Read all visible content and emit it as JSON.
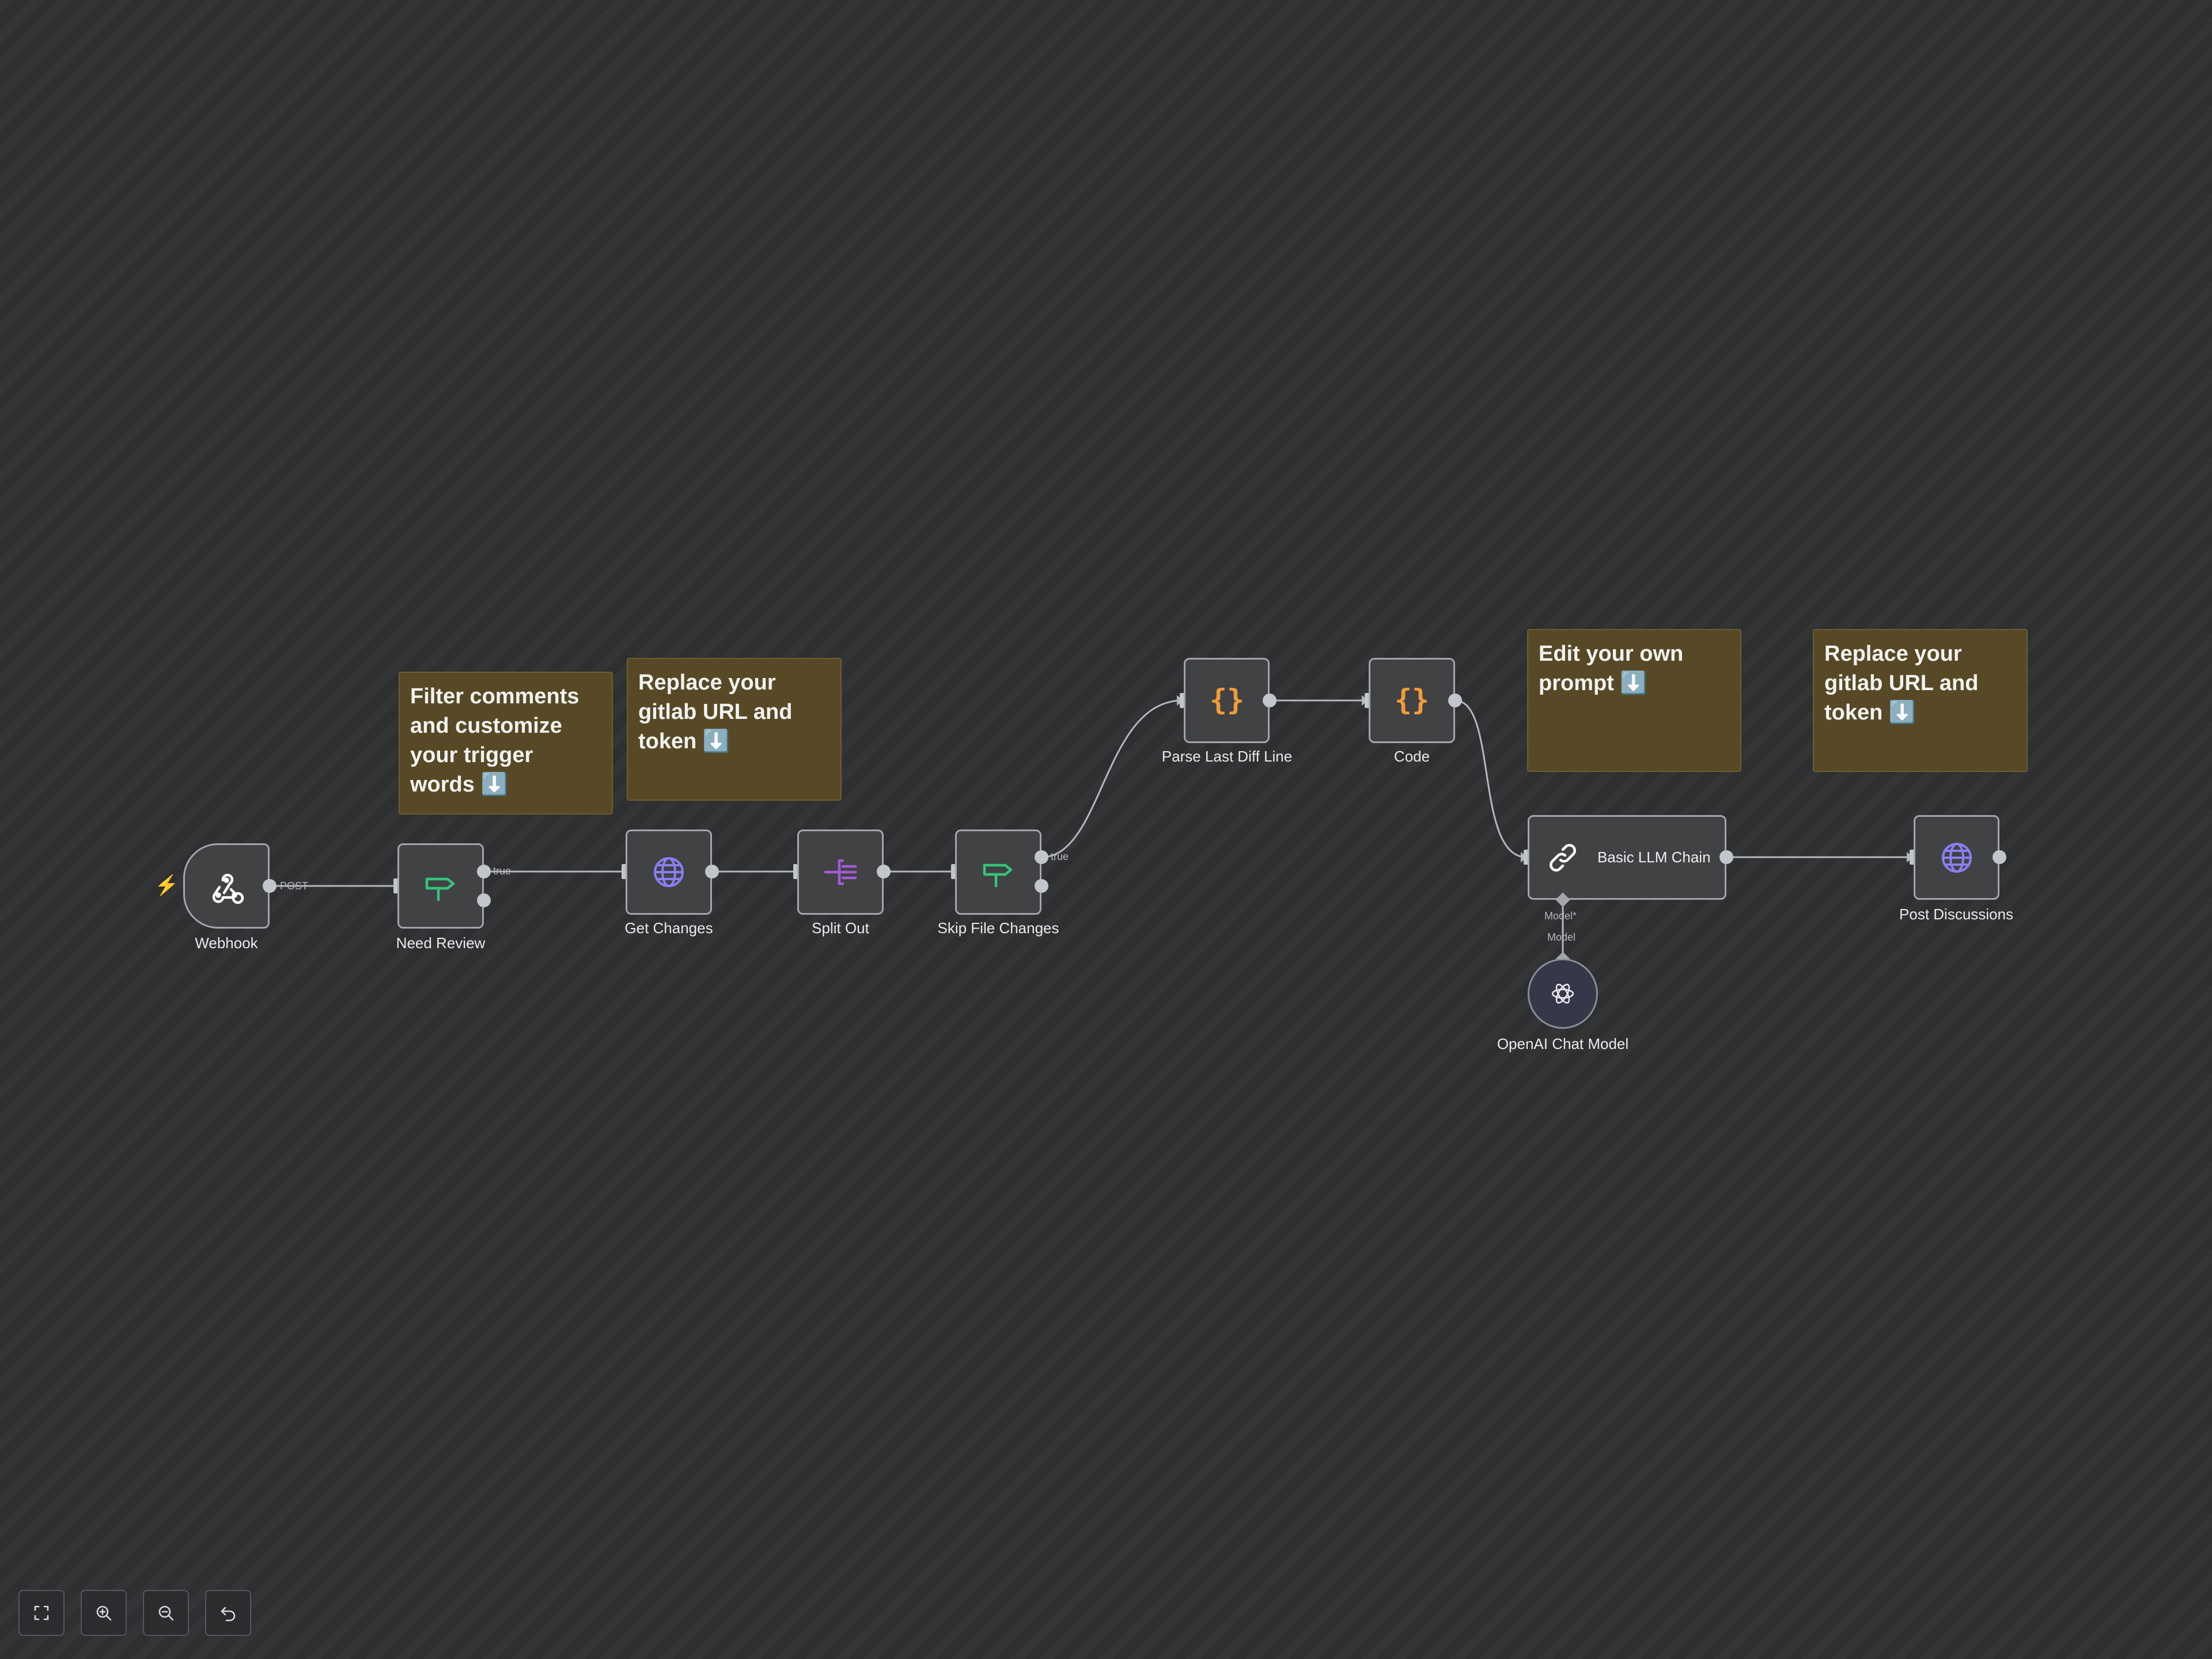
{
  "canvas": {
    "background": "#2e2f31"
  },
  "colors": {
    "switch": "#35c47b",
    "code": "#f19c36",
    "http": "#8a7ff2",
    "split": "#a35bd6",
    "edge": "#b4b6bd"
  },
  "nodes": {
    "webhook": {
      "label": "Webhook",
      "icon": "webhook-icon"
    },
    "need_review": {
      "label": "Need Review",
      "icon": "signpost-icon"
    },
    "get_changes": {
      "label": "Get Changes",
      "icon": "globe-icon"
    },
    "split_out": {
      "label": "Split Out",
      "icon": "split-icon"
    },
    "skip_file_changes": {
      "label": "Skip File Changes",
      "icon": "signpost-icon"
    },
    "parse_last_diff_line": {
      "label": "Parse Last Diff Line",
      "icon": "braces-icon"
    },
    "code": {
      "label": "Code",
      "icon": "braces-icon"
    },
    "basic_llm_chain": {
      "label": "Basic LLM Chain",
      "icon": "link-icon"
    },
    "openai_chat_model": {
      "label": "OpenAI Chat Model",
      "icon": "openai-icon"
    },
    "post_discussions": {
      "label": "Post Discussions",
      "icon": "globe-icon"
    }
  },
  "edge_labels": {
    "webhook_post": "POST",
    "need_review_true": "true",
    "skip_file_changes_true": "true",
    "llm_model_required": "Model*",
    "model_output": "Model"
  },
  "sticky_notes": [
    {
      "text": "Filter comments and customize your trigger words ⬇️"
    },
    {
      "text": "Replace your gitlab URL and token ⬇️"
    },
    {
      "text": "Edit your own prompt ⬇️"
    },
    {
      "text": "Replace your gitlab URL and token ⬇️"
    }
  ],
  "controls": {
    "fit_view": "fit-view-icon",
    "zoom_in": "zoom-in-icon",
    "zoom_out": "zoom-out-icon",
    "undo": "undo-icon"
  }
}
